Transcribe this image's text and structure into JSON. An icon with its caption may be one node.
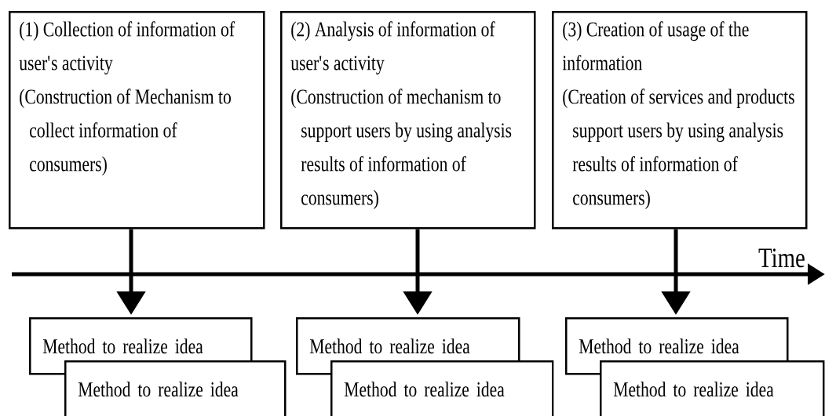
{
  "diagram": {
    "nodes": [
      {
        "text": [
          "(1) Collection of information of user's activity",
          "(Construction of Mechanism to collect information of consumers)"
        ]
      },
      {
        "text": [
          "(2) Analysis of information of user's activity",
          "(Construction of mechanism to support users by using analysis results of information of consumers)"
        ]
      },
      {
        "text": [
          "(3) Creation of usage of the information",
          "(Creation of services and products support users by using analysis results of information of consumers)"
        ]
      },
      {
        "text": [
          "Method to realize idea"
        ]
      },
      {
        "text": [
          "Method to realize idea"
        ]
      },
      {
        "text": [
          "Method to realize idea"
        ]
      },
      {
        "text": [
          "Method to realize idea"
        ]
      },
      {
        "text": [
          "Method to realize idea"
        ]
      },
      {
        "text": [
          "Method to realize idea"
        ]
      }
    ],
    "edges": [
      {
        "from": 0,
        "to": 3,
        "arrow": "to"
      },
      {
        "from": 1,
        "to": 5,
        "arrow": "to"
      },
      {
        "from": 2,
        "to": 7,
        "arrow": "to"
      }
    ],
    "labels": [
      "Time"
    ]
  }
}
